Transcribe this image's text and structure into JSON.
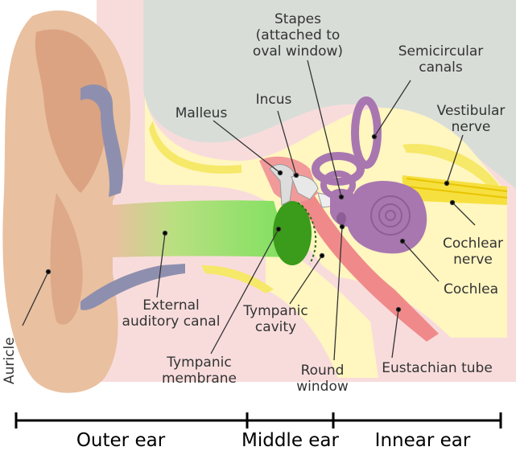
{
  "labels": {
    "stapes": [
      "Stapes",
      "(attached to",
      "oval window)"
    ],
    "semicircular": [
      "Semicircular",
      "canals"
    ],
    "malleus": "Malleus",
    "incus": "Incus",
    "vestibular": [
      "Vestibular",
      "nerve"
    ],
    "cochlear_nerve": [
      "Cochlear",
      "nerve"
    ],
    "cochlea": "Cochlea",
    "external_canal": [
      "External",
      "auditory canal"
    ],
    "tympanic_cavity": [
      "Tympanic",
      "cavity"
    ],
    "round_window": [
      "Round",
      "window"
    ],
    "eustachian": "Eustachian tube",
    "tympanic_membrane": [
      "Tympanic",
      "membrane"
    ],
    "auricle": "Auricle"
  },
  "sections": {
    "outer": "Outer ear",
    "middle": "Middle ear",
    "inner": "Innear ear"
  },
  "colors": {
    "skin": "#e9c0a0",
    "skin_dark": "#d59a78",
    "bone_grey": "#d8ddd8",
    "pink": "#f8dcdc",
    "yellow": "#fff6c0",
    "canal_green": "#7fe060",
    "membrane_green": "#3b9b1a",
    "cochlea_purple": "#a877b0",
    "tube_red": "#f08a8a"
  }
}
